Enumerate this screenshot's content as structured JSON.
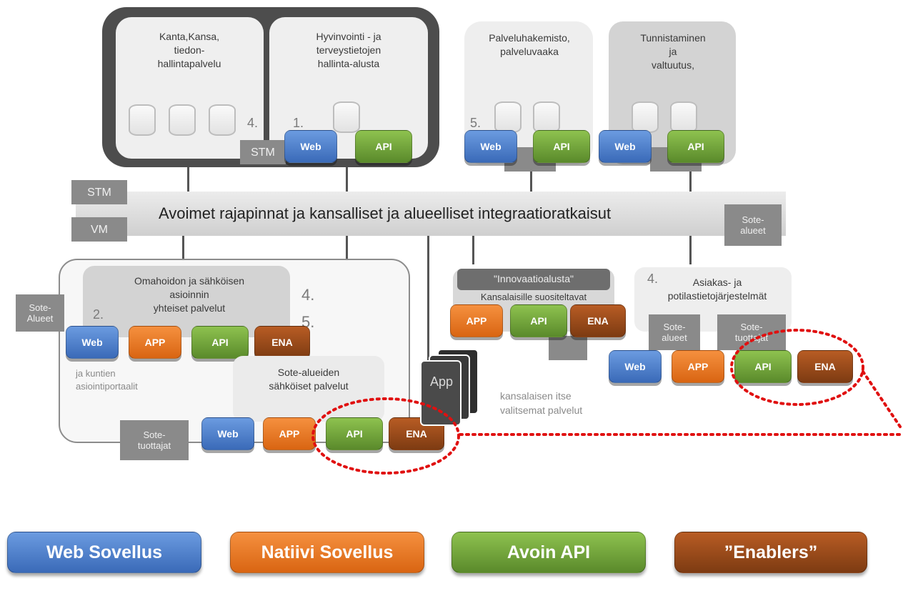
{
  "top": {
    "kanta_text": "Kanta,Kansa,\ntiedon-\nhallintapalvelu",
    "hyvinvointi_text": "Hyvinvointi - ja\nterveystietojen\nhallinta-alusta",
    "palvelu_text": "Palveluhakemisto,\npalveluvaaka",
    "tunnistaminen_text": "Tunnistaminen\nja\nvaltuutus,",
    "num4": "4.",
    "num1": "1.",
    "num5": "5.",
    "stm_tag": "STM"
  },
  "band": {
    "text": "Avoimet rajapinnat ja kansalliset ja alueelliset integraatioratkaisut",
    "stm": "STM",
    "vm": "VM",
    "sote_alueet": "Sote-\nalueet"
  },
  "left": {
    "omahoito_text": "Omahoidon ja sähköisen\nasioinnin\nyhteiset palvelut",
    "num2": "2.",
    "num4": "4.",
    "num5": "5.",
    "sote_alueet_tag": "Sote-\nAlueet",
    "kuntien_text": "ja kuntien\nasiointiportaalit",
    "sote_alueiden_text": "Sote-alueiden\nsähköiset palvelut",
    "sote_tuottajat_tag": "Sote-\ntuottajat"
  },
  "mid": {
    "innovaatio_title": "\"Innovaatioalusta\"",
    "innovaatio_sub": "Kansalaisille suositeltavat",
    "app_stack": "App",
    "kansalaisen_text": "kansalaisen itse\nvalitsemat palvelut"
  },
  "right": {
    "num4": "4.",
    "asiakas_text": "Asiakas- ja\npotilastietojärjestelmät",
    "sote_alueet_tag": "Sote-\nalueet",
    "sote_tuottajat_tag": "Sote-\ntuottajat"
  },
  "buttons": {
    "web": "Web",
    "app": "APP",
    "api": "API",
    "ena": "ENA"
  },
  "legend": {
    "web": "Web Sovellus",
    "app": "Natiivi Sovellus",
    "api": "Avoin API",
    "ena": "”Enablers”"
  },
  "colors": {
    "web": "#4a7cc9",
    "app": "#ee7a26",
    "api": "#77a63c",
    "ena": "#9a4a1a",
    "highlight": "#e01010"
  }
}
